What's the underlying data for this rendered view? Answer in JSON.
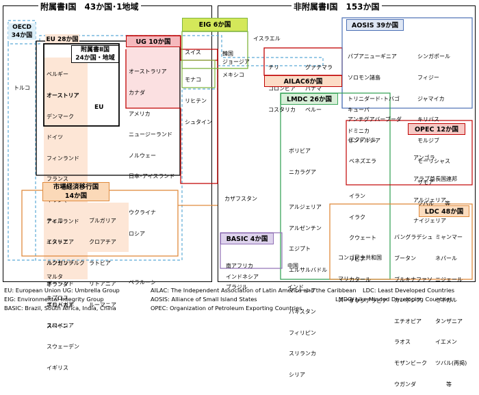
{
  "annex1": {
    "title": "附属書Ⅰ国　43か国･1地域"
  },
  "nonannex1": {
    "title": "非附属書Ⅰ国　153か国"
  },
  "oecd": {
    "label": "OECD\n34か国",
    "members": [
      "トルコ"
    ]
  },
  "eu": {
    "label": "EU 28か国",
    "inner_label": "EU",
    "members_bold": [
      "ベルギー",
      "オーストリア"
    ],
    "members": [
      "デンマーク",
      "ドイツ",
      "フィンランド",
      "フランス",
      "ギリシャ",
      "アイルランド",
      "イタリア",
      "ルクセンブルク",
      "オランダ",
      "ポルトガル",
      "スペイン",
      "スウェーデン",
      "イギリス"
    ]
  },
  "annex2": {
    "label": "附属書Ⅱ国\n24か国・地域"
  },
  "ug": {
    "label": "UG 10か国",
    "members": [
      "オーストラリア",
      "カナダ",
      "アメリカ",
      "ニュージーランド",
      "ノルウェー",
      "日本･アイスランド"
    ]
  },
  "eig": {
    "label": "EIG 6か国",
    "members_left": [
      "韓国",
      "メキシコ"
    ],
    "members_right": [
      "イスラエル"
    ],
    "swiss": "スイス",
    "monaco": [
      "モナコ",
      "リヒテン",
      "シュタイン"
    ],
    "georgia": "ジョージア"
  },
  "ailac": {
    "label": "AILAC6か国",
    "col1": [
      "チリ",
      "コロンビア",
      "コスタリカ"
    ],
    "col2": [
      "グァテマラ",
      "パナマ",
      "ペルー"
    ]
  },
  "aosis": {
    "label": "AOSIS 39か国",
    "col1": [
      "パプアニューギニア",
      "ソロモン諸島",
      "トリニダード･トバゴ",
      "アンチグアバーブーダ",
      "セントルシア"
    ],
    "col2": [
      "シンガポール",
      "フィジー",
      "ジャマイカ",
      "キリバス",
      "モルジブ",
      "モーリシャス",
      "サモア",
      "ツバル　　等"
    ]
  },
  "cuba": [
    "キューバ",
    "ドミニカ"
  ],
  "lmdc": {
    "label": "LMDC 26か国",
    "col1": [
      "ボリビア",
      "ニカラグア",
      "",
      "アルジェリア",
      "アルゼンチン",
      "エジプト",
      "エルサルバドル",
      "マレーシア",
      "パキスタン",
      "フィリピン",
      "スリランカ",
      "シリア"
    ],
    "bottom": [
      "コンゴ民主共和国",
      "マリ",
      "スーダン"
    ]
  },
  "opec": {
    "label": "OPEC 12か国",
    "shared": [
      "エクアドル",
      "ベネズエラ",
      "",
      "イラン",
      "イラク",
      "クウェート",
      "リビア",
      "カタール",
      "サウジアラビア"
    ],
    "members": [
      "アンゴラ",
      "アラブ首長国連邦",
      "アルジェリア",
      "ナイジェリア"
    ]
  },
  "eit": {
    "label": "市場経済移行国\n14か国",
    "col1": [
      "チェコ",
      "エストニア",
      "ハンガリー",
      "ポーランド",
      "スロバキア",
      "スロベニア"
    ],
    "col2": [
      "ブルガリア",
      "クロアチア",
      "ラトビア",
      "リトアニア",
      "ルーマニア"
    ],
    "col3": [
      "ウクライナ",
      "ロシア",
      "",
      "",
      "ベラルーシ"
    ],
    "extra": [
      "マルタ",
      "キプロス"
    ]
  },
  "kazakhstan": "カザフスタン",
  "basic": {
    "label": "BASIC 4か国",
    "col1": [
      "南アフリカ",
      "ブラジル"
    ],
    "col2": [
      "中国",
      "インド"
    ],
    "extra": "インドネシア"
  },
  "ldc": {
    "label": "LDC 48か国",
    "col1": [
      "バングラデシュ",
      "ブータン",
      "ブルキナファソ",
      "カンボジア",
      "エチオピア",
      "ラオス",
      "モザンビーク",
      "ウガンダ"
    ],
    "col2": [
      "ミャンマー",
      "ネパール",
      "ニジェール",
      "セネガル",
      "タンザニア",
      "イエメン",
      "ツバル(再掲)",
      "　　等"
    ]
  },
  "legend": {
    "rows": [
      [
        "EU: European Union  UG: Umbrella Group",
        "AILAC: The Independent Association of Latin America and the Caribbean",
        "LDC:  Least Developed Countries"
      ],
      [
        "EIG: Environmental Integrity Group",
        "AOSIS: Alliance of Small Island States",
        "LMDC: Like-Minded Developing Countries"
      ],
      [
        "BASIC: Brazil, South Africa, India, China",
        "OPEC: Organization of Petroleum Exporting Countries",
        ""
      ]
    ]
  },
  "colors": {
    "oecd": "#5aa9d6",
    "eu_fill": "#fde6d6",
    "ug_fill": "#f5b8bc",
    "ug_line": "#c00000",
    "eig_fill": "#d4e85a",
    "eig_line": "#7fb43c",
    "ailac_fill": "#fcdcc6",
    "ailac_line": "#c00000",
    "aosis_line": "#4a6fb5",
    "aosis_fill": "#dfe7f4",
    "lmdc_line": "#3aa55a",
    "lmdc_fill": "#d8efd8",
    "opec_line": "#c00000",
    "opec_fill": "#f6c9c5",
    "eit_line": "#e08a3c",
    "eit_fill": "#fbd9b8",
    "basic_line": "#8f6fb5",
    "basic_fill": "#ddd2ec",
    "ldc_line": "#e08a3c",
    "ldc_fill": "#fbdcbe"
  }
}
